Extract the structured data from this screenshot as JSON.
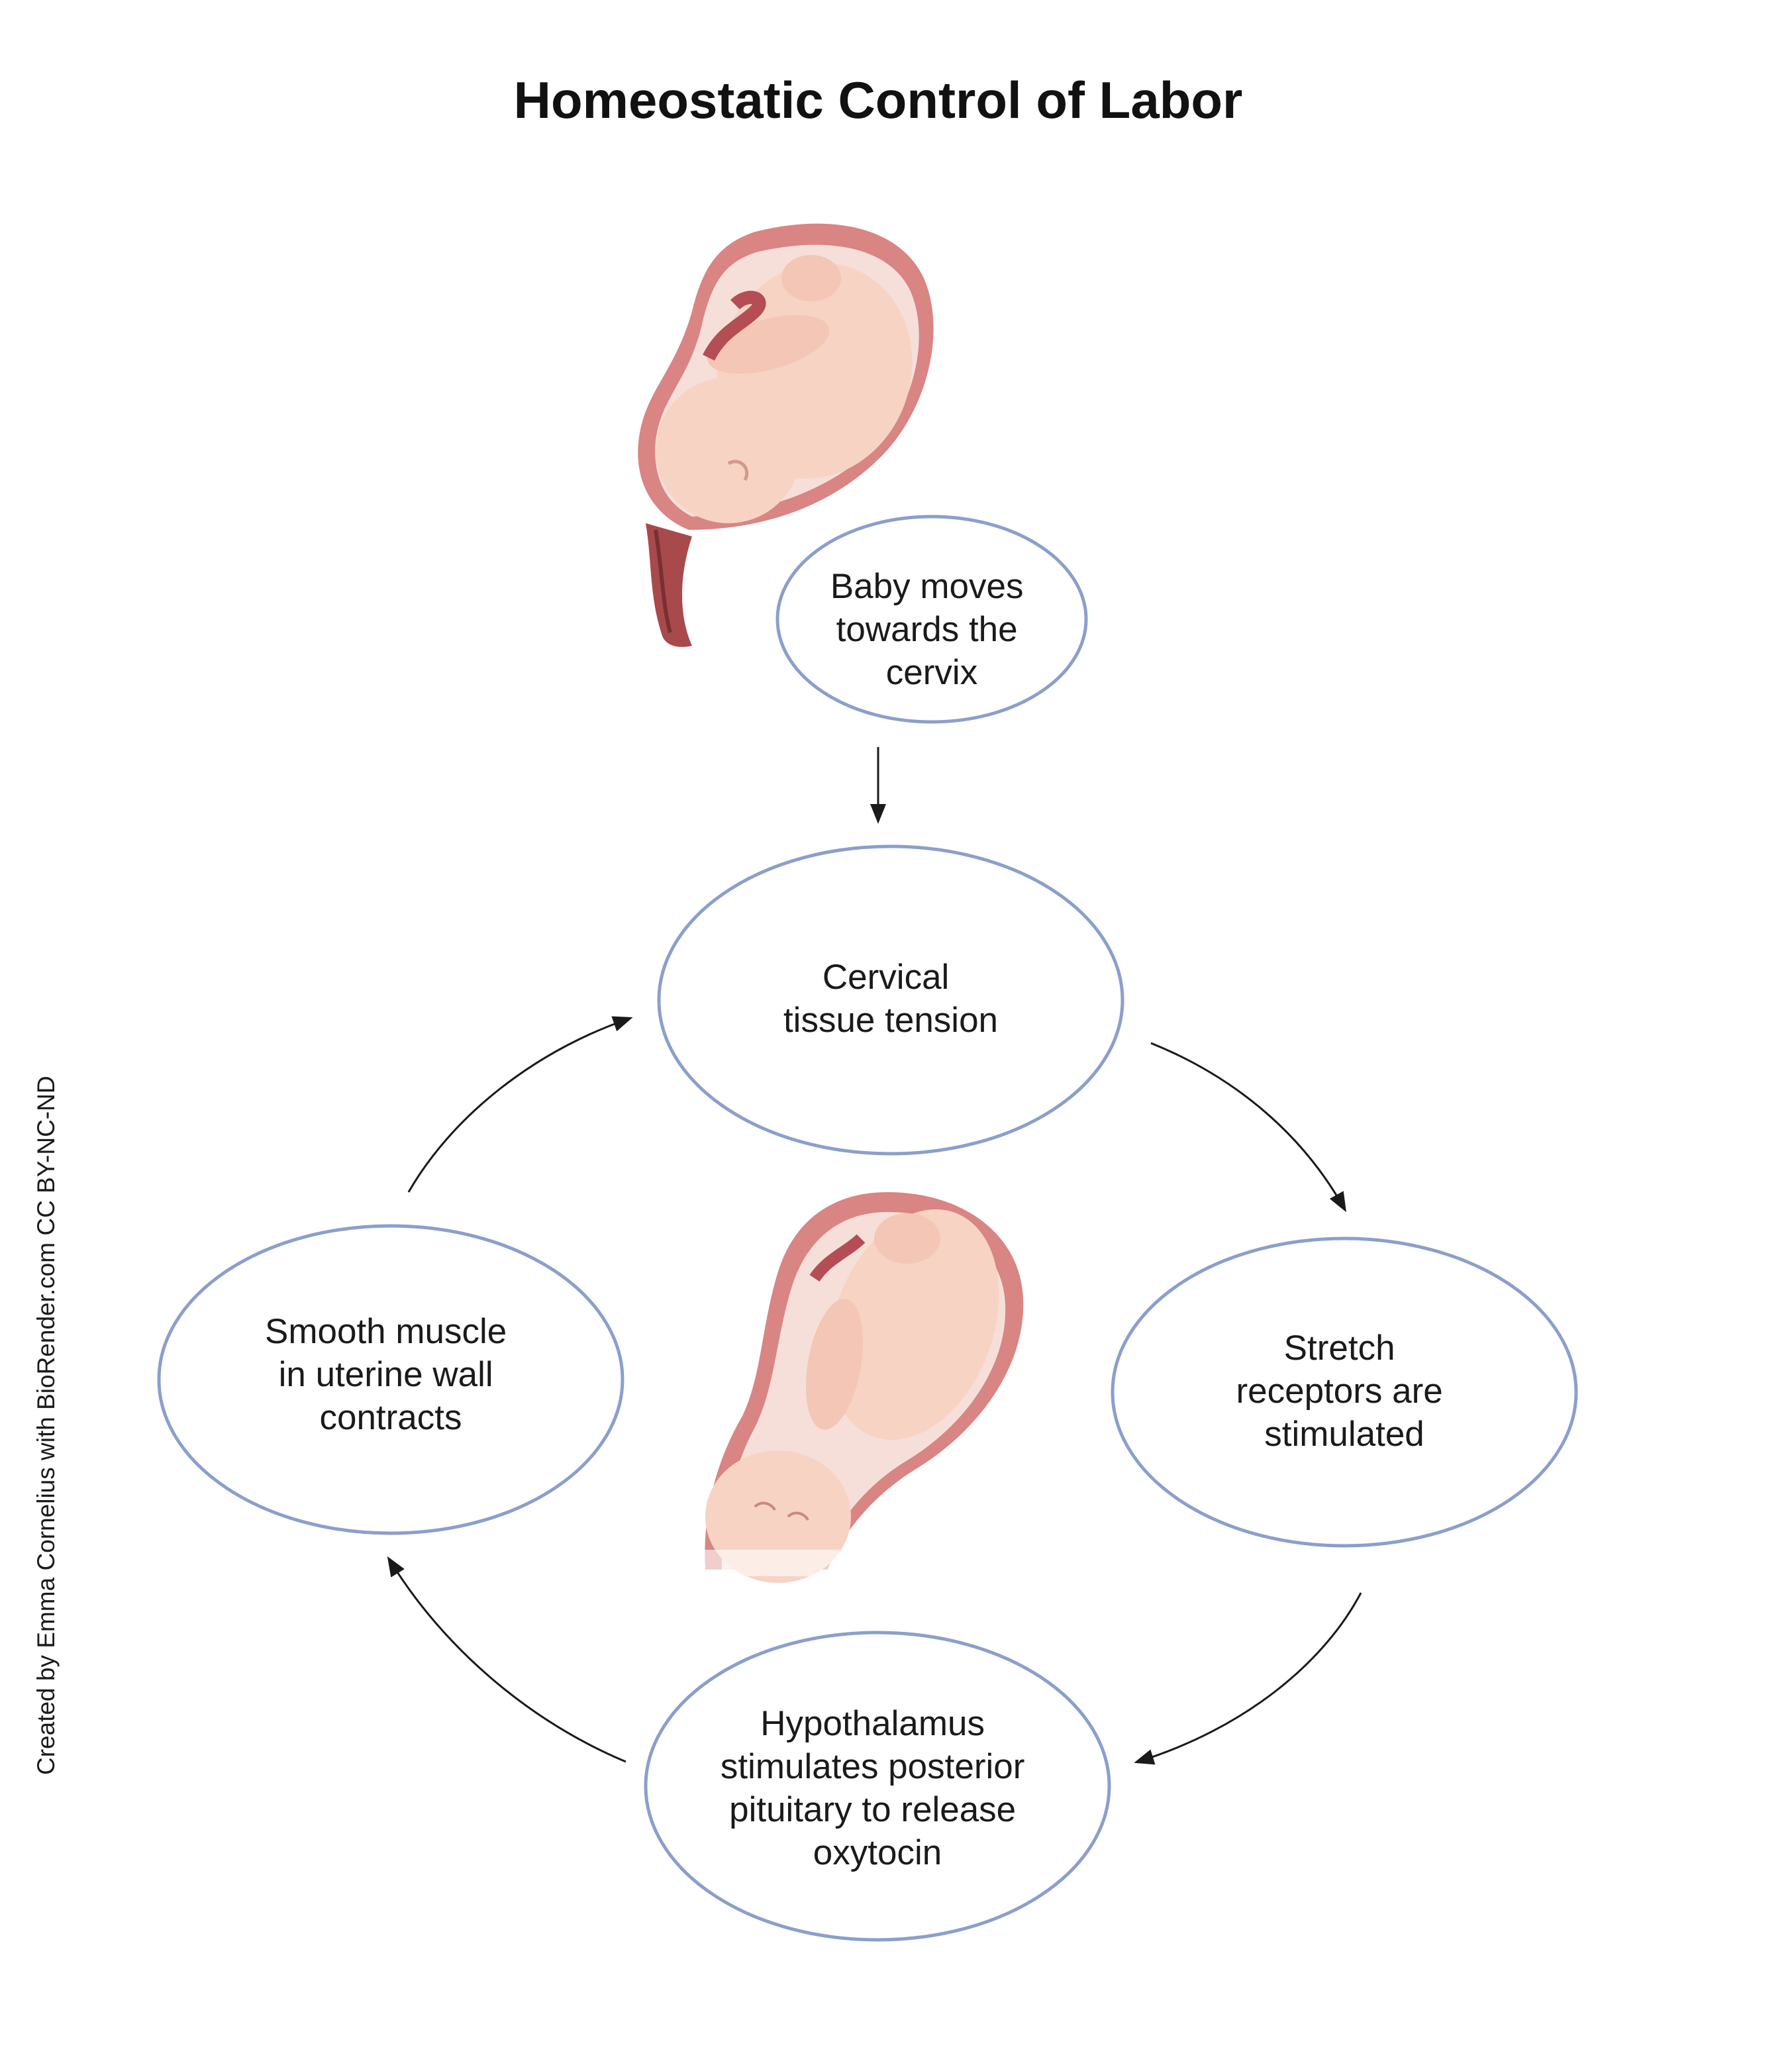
{
  "title": "Homeostatic Control of Labor",
  "credit": "Created by Emma Cornelius with BioRender.com CC BY-NC-ND",
  "nodes": {
    "baby_moves": [
      "Baby moves",
      "towards the",
      "cervix"
    ],
    "cervical_tension": [
      "Cervical",
      "tissue tension"
    ],
    "stretch_receptors": [
      "Stretch",
      "receptors are",
      "stimulated"
    ],
    "hypothalamus": [
      "Hypothalamus",
      "stimulates posterior",
      "pituitary to release",
      "oxytocin"
    ],
    "smooth_muscle": [
      "Smooth muscle",
      "in uterine wall",
      "contracts"
    ]
  },
  "colors": {
    "ellipse_stroke": "#8b9fcb",
    "uterus_wall": "#d98583",
    "uterus_dark": "#a84a4c",
    "amniotic": "#f6dfd9",
    "fetus_skin": "#f7d3c4",
    "arrow": "#1a1a1a"
  },
  "icons": [
    "uterus-fetus-top-illustration",
    "uterus-fetus-head-down-illustration",
    "arrow-icon"
  ]
}
